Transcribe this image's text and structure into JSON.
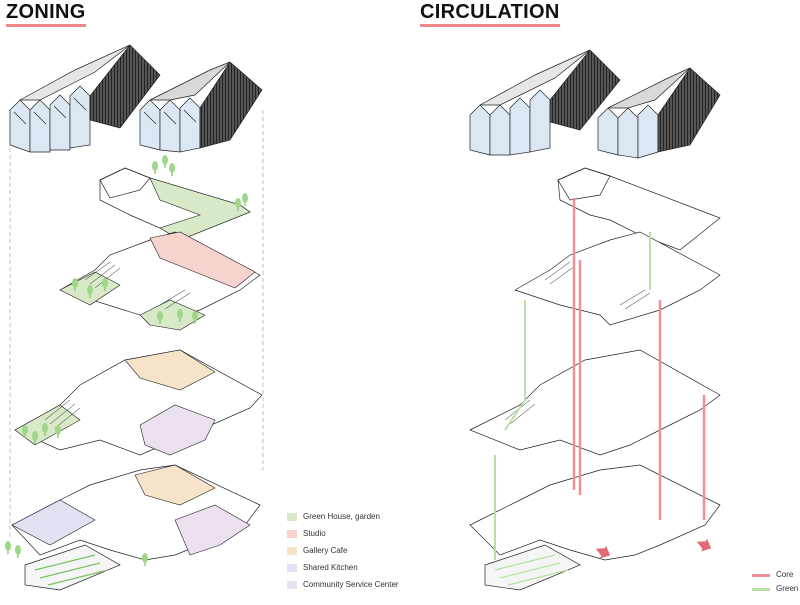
{
  "zoning": {
    "title": "ZONING",
    "legend": [
      {
        "label": "Green House, garden",
        "color": "#d8e9c7"
      },
      {
        "label": "Studio",
        "color": "#f6d3cf"
      },
      {
        "label": "Gallery Cafe",
        "color": "#f7e3c9"
      },
      {
        "label": "Shared Kitchen",
        "color": "#dfe2f1"
      },
      {
        "label": "Community Service Center",
        "color": "#ebe1ee"
      }
    ]
  },
  "circulation": {
    "title": "CIRCULATION",
    "legend": [
      {
        "label": "Core",
        "color": "#f08f99"
      },
      {
        "label": "Green",
        "color": "#b9dfa6"
      }
    ]
  },
  "colors": {
    "accent_underline": "#f08a8a",
    "line": "#222222",
    "roof_dark": "#444444",
    "glass": "#dbe8f4"
  }
}
